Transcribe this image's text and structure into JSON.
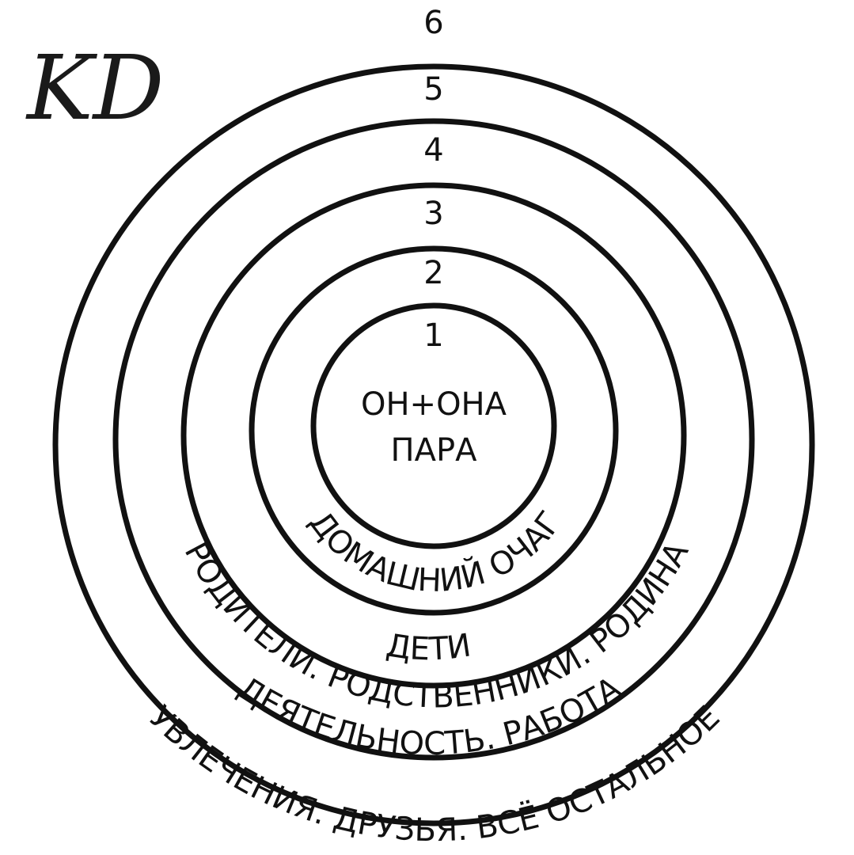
{
  "logo": "KD",
  "ring_numbers": [
    "1",
    "2",
    "3",
    "4",
    "5",
    "6"
  ],
  "center": {
    "line1": "ОН+ОНА",
    "line2": "ПАРА"
  },
  "arc_labels": [
    "ДОМАШНИЙ ОЧАГ",
    "ДЕТИ",
    "РОДИТЕЛИ. РОДСТВЕННИКИ. РОДИНА",
    "ДЕЯТЕЛЬНОСТЬ. РАБОТА",
    "УВЛЕЧЕНИЯ. ДРУЗЬЯ. ВСЁ ОСТАЛЬНОЕ"
  ]
}
